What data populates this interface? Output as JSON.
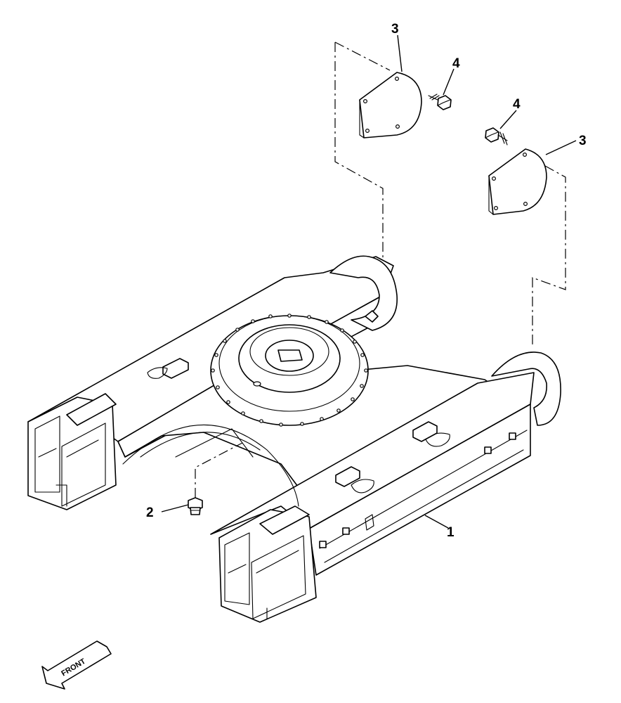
{
  "callouts": [
    {
      "id": "1",
      "label": "1"
    },
    {
      "id": "2",
      "label": "2"
    },
    {
      "id": "3a",
      "label": "3"
    },
    {
      "id": "3b",
      "label": "3"
    },
    {
      "id": "4a",
      "label": "4"
    },
    {
      "id": "4b",
      "label": "4"
    }
  ],
  "direction_arrow": {
    "label": "FRONT",
    "icon": "front-arrow-icon"
  },
  "parts": [
    {
      "name": "track-frame",
      "callout": "1"
    },
    {
      "name": "plug",
      "callout": "2"
    },
    {
      "name": "cover",
      "callout": "3"
    },
    {
      "name": "bolt",
      "callout": "4"
    }
  ]
}
